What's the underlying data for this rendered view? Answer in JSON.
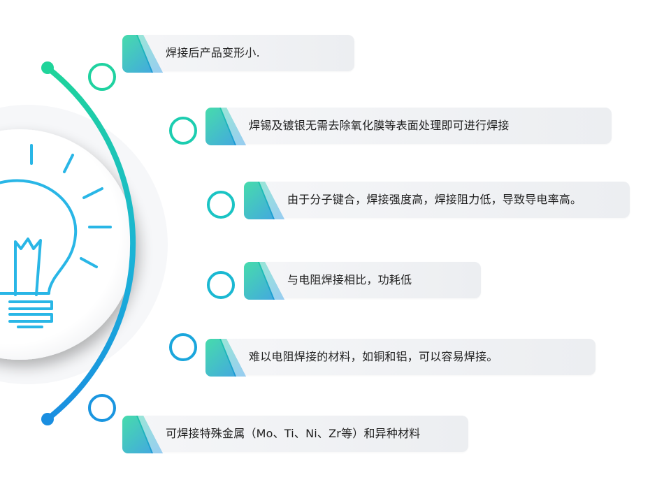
{
  "items": [
    {
      "text": "焊接后产品变形小."
    },
    {
      "text": "焊锡及镀银无需去除氧化膜等表面处理即可进行焊接"
    },
    {
      "text": "由于分子键合，焊接强度高，焊接阻力低，导致导电率高。"
    },
    {
      "text": "与电阻焊接相比，功耗低"
    },
    {
      "text": "难以电阻焊接的材料，如铜和铝，可以容易焊接。"
    },
    {
      "text": "可焊接特殊金属（Mo、Ti、Ni、Zr等）和异种材料"
    }
  ],
  "colors": {
    "accent_green": "#1fd49a",
    "accent_blue": "#1a8ee0",
    "icon_blue": "#29b6e6",
    "node_fill": "#ffffff",
    "text": "#1f1f1f"
  },
  "icons": {
    "central": "light-bulb-icon"
  }
}
